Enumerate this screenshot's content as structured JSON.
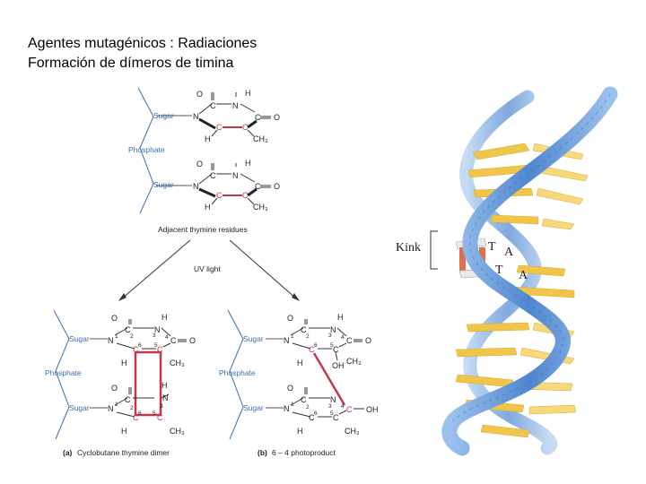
{
  "title": {
    "line1": "Agentes mutagénicos : Radiaciones",
    "line2": "Formación de dímeros de timina"
  },
  "figure": {
    "sugar": "Sugar",
    "phosphate": "Phosphate",
    "atoms": {
      "O": "O",
      "N": "N",
      "C": "C",
      "H": "H",
      "CH3": "CH₃",
      "OH": "OH"
    },
    "nums": {
      "n1": "1",
      "n2": "2",
      "n3": "3",
      "n4": "4",
      "n5": "5",
      "n6": "6"
    },
    "adjacent_caption": "Adjacent thymine residues",
    "uv_label": "UV light",
    "caption_a_letter": "(a)",
    "caption_a": "Cyclobutane thymine dimer",
    "caption_b_letter": "(b)",
    "caption_b": "6 – 4 photoproduct"
  },
  "helix": {
    "kink": "Kink",
    "base_t1": "T",
    "base_a1": "A",
    "base_t2": "T",
    "base_a2": "A"
  },
  "colors": {
    "label_blue": "#3a6fb0",
    "dimer_red": "#c0394b",
    "backbone_blue": "#6b9bd6",
    "base_yellow": "#f0c64a"
  }
}
